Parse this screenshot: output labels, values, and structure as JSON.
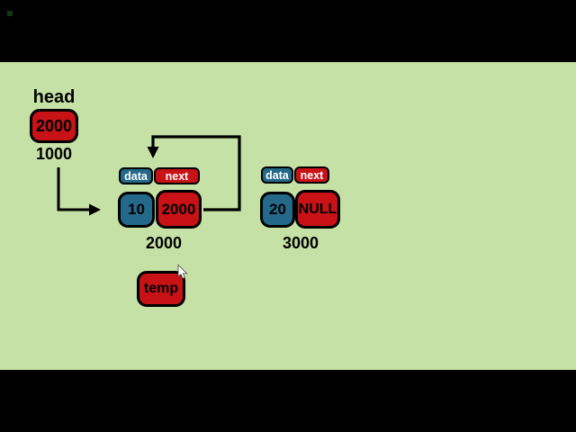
{
  "stage": {
    "background_color": "#c5e1a5",
    "letterbox_color": "#000000"
  },
  "colors": {
    "data_cell_teal": "#24698a",
    "pointer_cell_red": "#c81216",
    "border_black": "#000000",
    "header_text_white": "#ffffff",
    "body_text_black": "#000000"
  },
  "head": {
    "label": "head",
    "value": "2000",
    "address": "1000"
  },
  "nodes": [
    {
      "data_header": "data",
      "next_header": "next",
      "data_value": "10",
      "next_value": "2000",
      "address": "2000"
    },
    {
      "data_header": "data",
      "next_header": "next",
      "data_value": "20",
      "next_value": "NULL",
      "address": "3000"
    }
  ],
  "temp": {
    "label": "temp"
  },
  "icons": {
    "cursor": "arrow-pointer-icon"
  }
}
